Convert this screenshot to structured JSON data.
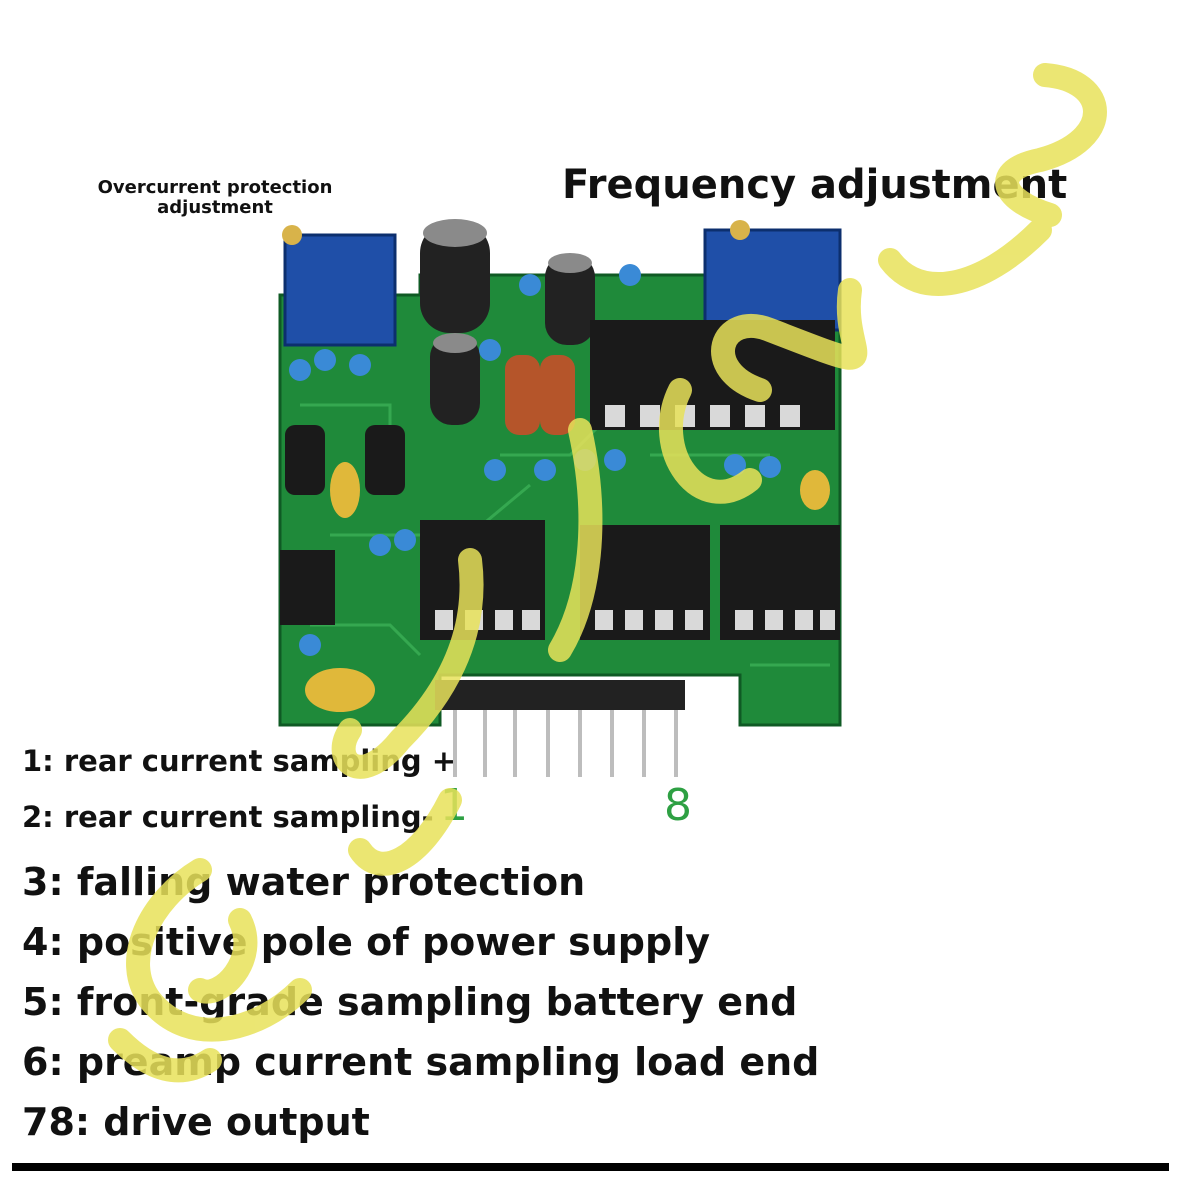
{
  "labels": {
    "overcurrent": "Overcurrent protection adjustment",
    "frequency": "Frequency adjustment"
  },
  "pin_numbers": {
    "first": "1",
    "last": "8"
  },
  "pins": [
    "1: rear current sampling +",
    "2: rear current sampling-",
    "3: falling water protection",
    "4: positive pole of power supply",
    "5: front-grade sampling battery end",
    "6: preamp current sampling load end",
    "78: drive output"
  ],
  "colors": {
    "pcb": "#1f8a3a",
    "trimmer": "#1f4fa8",
    "pin_number": "#2ea043",
    "watermark": "#e8e25a"
  },
  "icons": {
    "board": "circuit-board-photo",
    "watermark": "arabic-handwritten-watermark"
  }
}
